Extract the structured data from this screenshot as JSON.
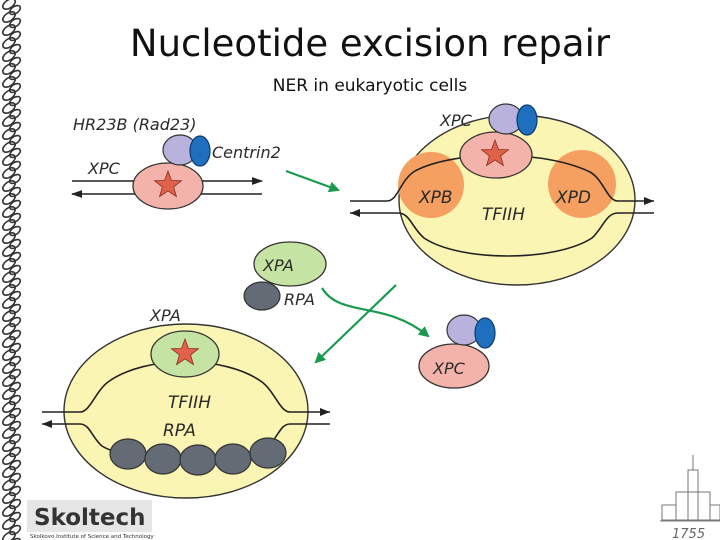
{
  "slide": {
    "title": "Nucleotide excision repair",
    "subtitle": "NER in eukaryotic cells"
  },
  "panel_recognition": {
    "hr23b_label": "HR23B (Rad23)",
    "centrin2_label": "Centrin2",
    "xpc_label": "XPC"
  },
  "panel_opening": {
    "xpc_label": "XPC",
    "xpb_label": "XPB",
    "tfiih_label": "TFIIH",
    "xpd_label": "XPD"
  },
  "middle": {
    "xpa_label": "XPA",
    "rpa_label": "RPA",
    "released_xpc_label": "XPC"
  },
  "panel_verification": {
    "xpa_label": "XPA",
    "tfiih_label": "TFIIH",
    "rpa_label": "RPA"
  },
  "logo": {
    "name": "Skoltech",
    "tagline": "Skolkovo Institute of Science and Technology"
  },
  "emblem": {
    "year": "1755"
  },
  "colors": {
    "yellow_oval": "#fbf5b3",
    "pink_protein": "#f4b3aa",
    "orange_protein": "#f5a060",
    "green_protein": "#c5e3a3",
    "lavender_protein": "#b8b2dc",
    "blue_protein": "#1f6fbf",
    "gray_protein": "#636b75",
    "arrow_green": "#1a9a4e",
    "lesion_star": "#e0624a"
  }
}
